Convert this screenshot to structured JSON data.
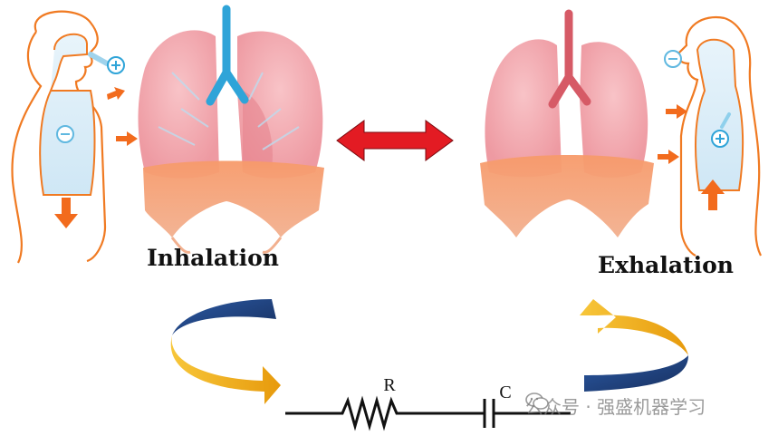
{
  "labels": {
    "inhalation": "Inhalation",
    "exhalation": "Exhalation",
    "resistor": "R",
    "capacitor": "C"
  },
  "watermark": {
    "text": "公众号 · 强盛机器学习",
    "icon": "wechat-icon"
  },
  "symbols": {
    "plus": "+",
    "minus": "−"
  },
  "colors": {
    "lung_pink": "#f2a7ad",
    "lung_deep": "#e07d86",
    "diaphragm": "#f28a5a",
    "airway_blue": "#2fa4d8",
    "airway_red": "#d65a66",
    "body_outline": "#f07a22",
    "arrow_orange": "#f26b1d",
    "double_arrow_red": "#e31b23",
    "cycle_blue": "#1f3f7a",
    "cycle_gold": "#f5b414",
    "circuit_line": "#111111"
  },
  "icons": [
    "plus-circle-icon",
    "minus-circle-icon",
    "down-arrow-icon",
    "up-arrow-icon",
    "double-arrow-icon"
  ]
}
